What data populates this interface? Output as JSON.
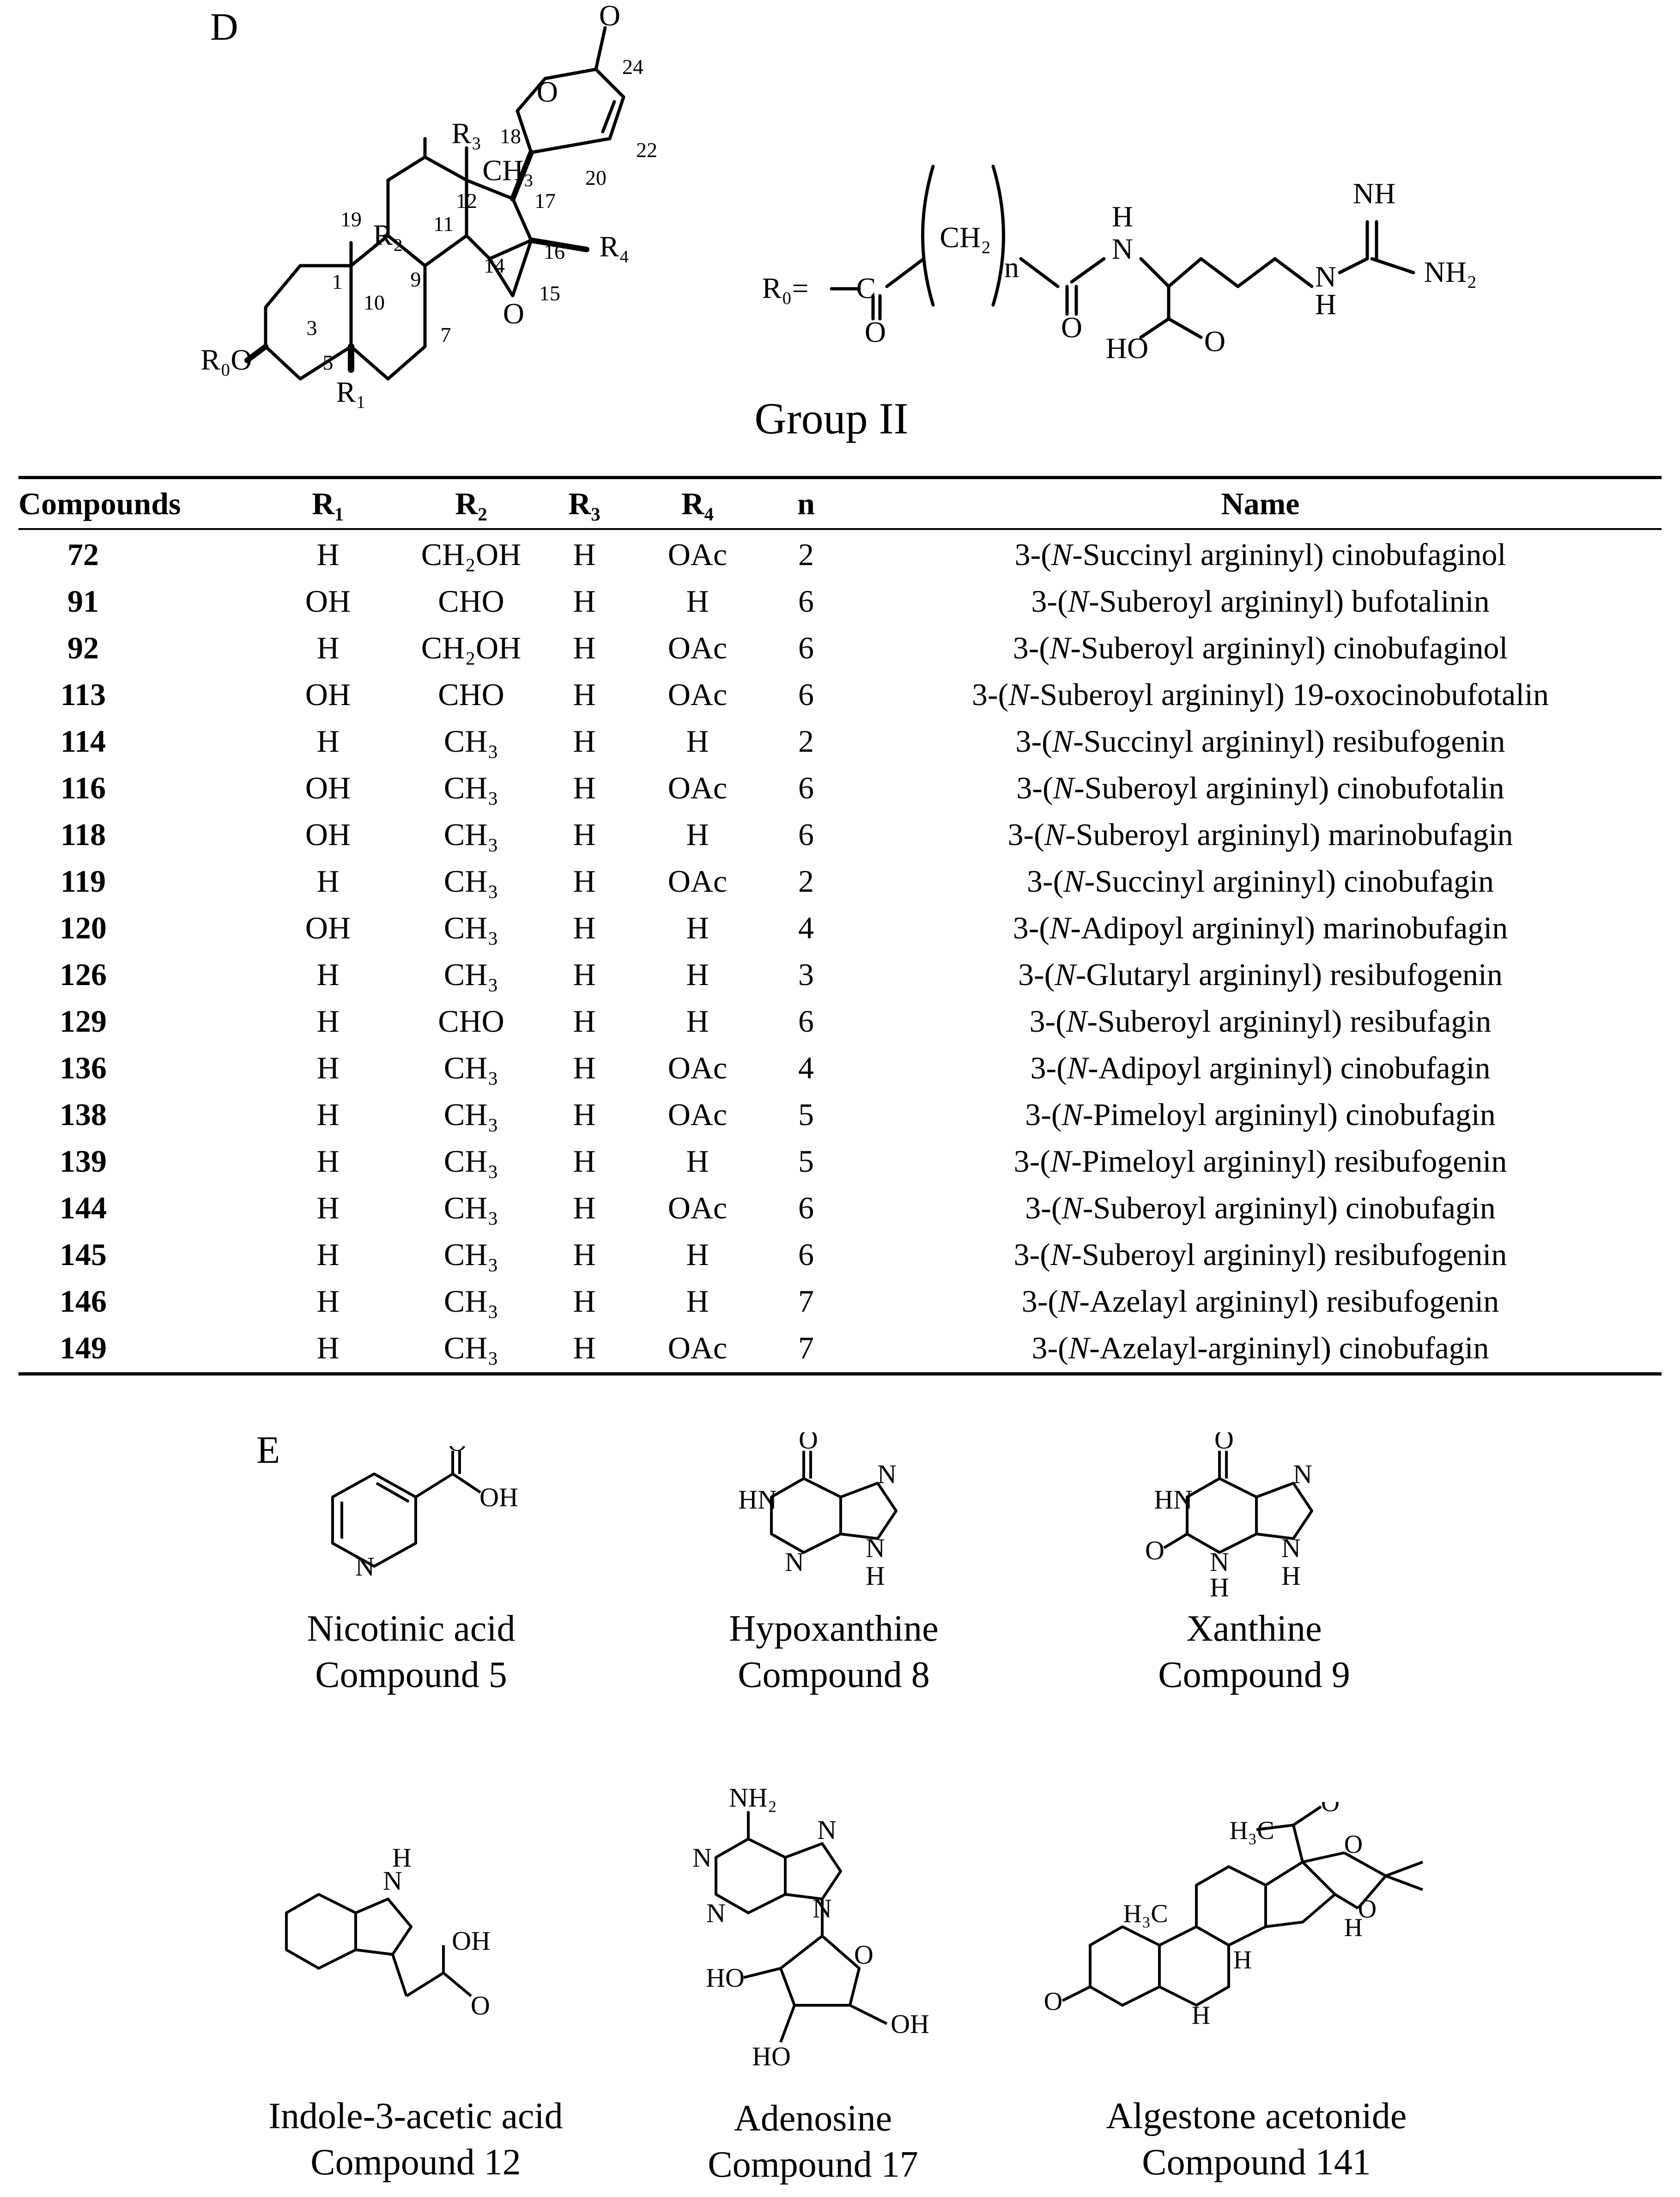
{
  "panel_d": {
    "letter": "D",
    "group_label": "Group II",
    "scaffold_numbering": [
      "1",
      "3",
      "5",
      "7",
      "9",
      "10",
      "11",
      "12",
      "14",
      "15",
      "16",
      "17",
      "18",
      "19",
      "20",
      "22",
      "24"
    ],
    "substituents": {
      "r0o": "R₀O",
      "r1": "R₁",
      "r2": "R₂",
      "r3": "R₃",
      "r4": "R₄",
      "ch3": "CH₃",
      "o_epoxide": "O",
      "o_ring": "O",
      "o_carbonyl": "O"
    },
    "r0_definition": {
      "prefix": "R₀=",
      "o_keto": "O",
      "ch2": "CH₂",
      "n": "n",
      "o_amide": "O",
      "nh": "N",
      "h_nh": "H",
      "ho": "HO",
      "o_acid": "O",
      "nh_guan": "N",
      "h_guan": "H",
      "imine": "NH",
      "nh2": "NH₂"
    }
  },
  "table": {
    "headers": [
      "Compounds",
      "R₁",
      "R₂",
      "R₃",
      "R₄",
      "n",
      "Name"
    ],
    "rows": [
      {
        "id": "72",
        "r1": "H",
        "r2": "CH₂OH",
        "r3": "H",
        "r4": "OAc",
        "n": "2",
        "name_pre": "3-(",
        "name_ital": "N",
        "name_post": "-Succinyl argininyl) cinobufaginol"
      },
      {
        "id": "91",
        "r1": "OH",
        "r2": "CHO",
        "r3": "H",
        "r4": "H",
        "n": "6",
        "name_pre": "3-(",
        "name_ital": "N",
        "name_post": "-Suberoyl argininyl) bufotalinin"
      },
      {
        "id": "92",
        "r1": "H",
        "r2": "CH₂OH",
        "r3": "H",
        "r4": "OAc",
        "n": "6",
        "name_pre": "3-(",
        "name_ital": "N",
        "name_post": "-Suberoyl argininyl) cinobufaginol"
      },
      {
        "id": "113",
        "r1": "OH",
        "r2": "CHO",
        "r3": "H",
        "r4": "OAc",
        "n": "6",
        "name_pre": "3-(",
        "name_ital": "N",
        "name_post": "-Suberoyl argininyl) 19-oxocinobufotalin"
      },
      {
        "id": "114",
        "r1": "H",
        "r2": "CH₃",
        "r3": "H",
        "r4": "H",
        "n": "2",
        "name_pre": "3-(",
        "name_ital": "N",
        "name_post": "-Succinyl argininyl) resibufogenin"
      },
      {
        "id": "116",
        "r1": "OH",
        "r2": "CH₃",
        "r3": "H",
        "r4": "OAc",
        "n": "6",
        "name_pre": "3-(",
        "name_ital": "N",
        "name_post": "-Suberoyl argininyl) cinobufotalin"
      },
      {
        "id": "118",
        "r1": "OH",
        "r2": "CH₃",
        "r3": "H",
        "r4": "H",
        "n": "6",
        "name_pre": "3-(",
        "name_ital": "N",
        "name_post": "-Suberoyl argininyl) marinobufagin"
      },
      {
        "id": "119",
        "r1": "H",
        "r2": "CH₃",
        "r3": "H",
        "r4": "OAc",
        "n": "2",
        "name_pre": "3-(",
        "name_ital": "N",
        "name_post": "-Succinyl argininyl) cinobufagin"
      },
      {
        "id": "120",
        "r1": "OH",
        "r2": "CH₃",
        "r3": "H",
        "r4": "H",
        "n": "4",
        "name_pre": "3-(",
        "name_ital": "N",
        "name_post": "-Adipoyl argininyl) marinobufagin"
      },
      {
        "id": "126",
        "r1": "H",
        "r2": "CH₃",
        "r3": "H",
        "r4": "H",
        "n": "3",
        "name_pre": "3-(",
        "name_ital": "N",
        "name_post": "-Glutaryl argininyl) resibufogenin"
      },
      {
        "id": "129",
        "r1": "H",
        "r2": "CHO",
        "r3": "H",
        "r4": "H",
        "n": "6",
        "name_pre": "3-(",
        "name_ital": "N",
        "name_post": "-Suberoyl argininyl) resibufagin"
      },
      {
        "id": "136",
        "r1": "H",
        "r2": "CH₃",
        "r3": "H",
        "r4": "OAc",
        "n": "4",
        "name_pre": "3-(",
        "name_ital": "N",
        "name_post": "-Adipoyl argininyl) cinobufagin"
      },
      {
        "id": "138",
        "r1": "H",
        "r2": "CH₃",
        "r3": "H",
        "r4": "OAc",
        "n": "5",
        "name_pre": "3-(",
        "name_ital": "N",
        "name_post": "-Pimeloyl argininyl) cinobufagin"
      },
      {
        "id": "139",
        "r1": "H",
        "r2": "CH₃",
        "r3": "H",
        "r4": "H",
        "n": "5",
        "name_pre": "3-(",
        "name_ital": "N",
        "name_post": "-Pimeloyl argininyl) resibufogenin"
      },
      {
        "id": "144",
        "r1": "H",
        "r2": "CH₃",
        "r3": "H",
        "r4": "OAc",
        "n": "6",
        "name_pre": "3-(",
        "name_ital": "N",
        "name_post": "-Suberoyl argininyl) cinobufagin"
      },
      {
        "id": "145",
        "r1": "H",
        "r2": "CH₃",
        "r3": "H",
        "r4": "H",
        "n": "6",
        "name_pre": "3-(",
        "name_ital": "N",
        "name_post": "-Suberoyl argininyl) resibufogenin"
      },
      {
        "id": "146",
        "r1": "H",
        "r2": "CH₃",
        "r3": "H",
        "r4": "H",
        "n": "7",
        "name_pre": "3-(",
        "name_ital": "N",
        "name_post": "-Azelayl argininyl) resibufogenin"
      },
      {
        "id": "149",
        "r1": "H",
        "r2": "CH₃",
        "r3": "H",
        "r4": "OAc",
        "n": "7",
        "name_pre": "3-(",
        "name_ital": "N",
        "name_post": "-Azelayl-argininyl) cinobufagin"
      }
    ]
  },
  "panel_e": {
    "letter": "E",
    "compounds": [
      {
        "name": "Nicotinic acid",
        "number": "Compound 5",
        "atoms": {
          "o": "O",
          "oh": "OH",
          "n": "N"
        }
      },
      {
        "name": "Hypoxanthine",
        "number": "Compound 8",
        "atoms": {
          "o": "O",
          "hn": "HN",
          "n1": "N",
          "n2": "N",
          "n3": "N",
          "h": "H"
        }
      },
      {
        "name": "Xanthine",
        "number": "Compound 9",
        "atoms": {
          "o1": "O",
          "o2": "O",
          "hn": "HN",
          "n1": "N",
          "n2": "N",
          "n3": "N",
          "h1": "H",
          "h2": "H"
        }
      },
      {
        "name": "Indole-3-acetic acid",
        "number": "Compound 12",
        "atoms": {
          "n": "N",
          "h": "H",
          "oh": "OH",
          "o": "O"
        }
      },
      {
        "name": "Adenosine",
        "number": "Compound 17",
        "atoms": {
          "nh2": "NH₂",
          "n1": "N",
          "n2": "N",
          "n3": "N",
          "n4": "N",
          "o": "O",
          "ho1": "HO",
          "ho2": "HO",
          "oh": "OH"
        }
      },
      {
        "name": "Algestone acetonide",
        "number": "Compound 141",
        "atoms": {
          "o1": "O",
          "o2": "O",
          "o3": "O",
          "o4": "O",
          "ch3a": "H₃C",
          "ch3b": "H₃C",
          "h1": "H",
          "h2": "H",
          "h3": "H"
        }
      }
    ]
  }
}
